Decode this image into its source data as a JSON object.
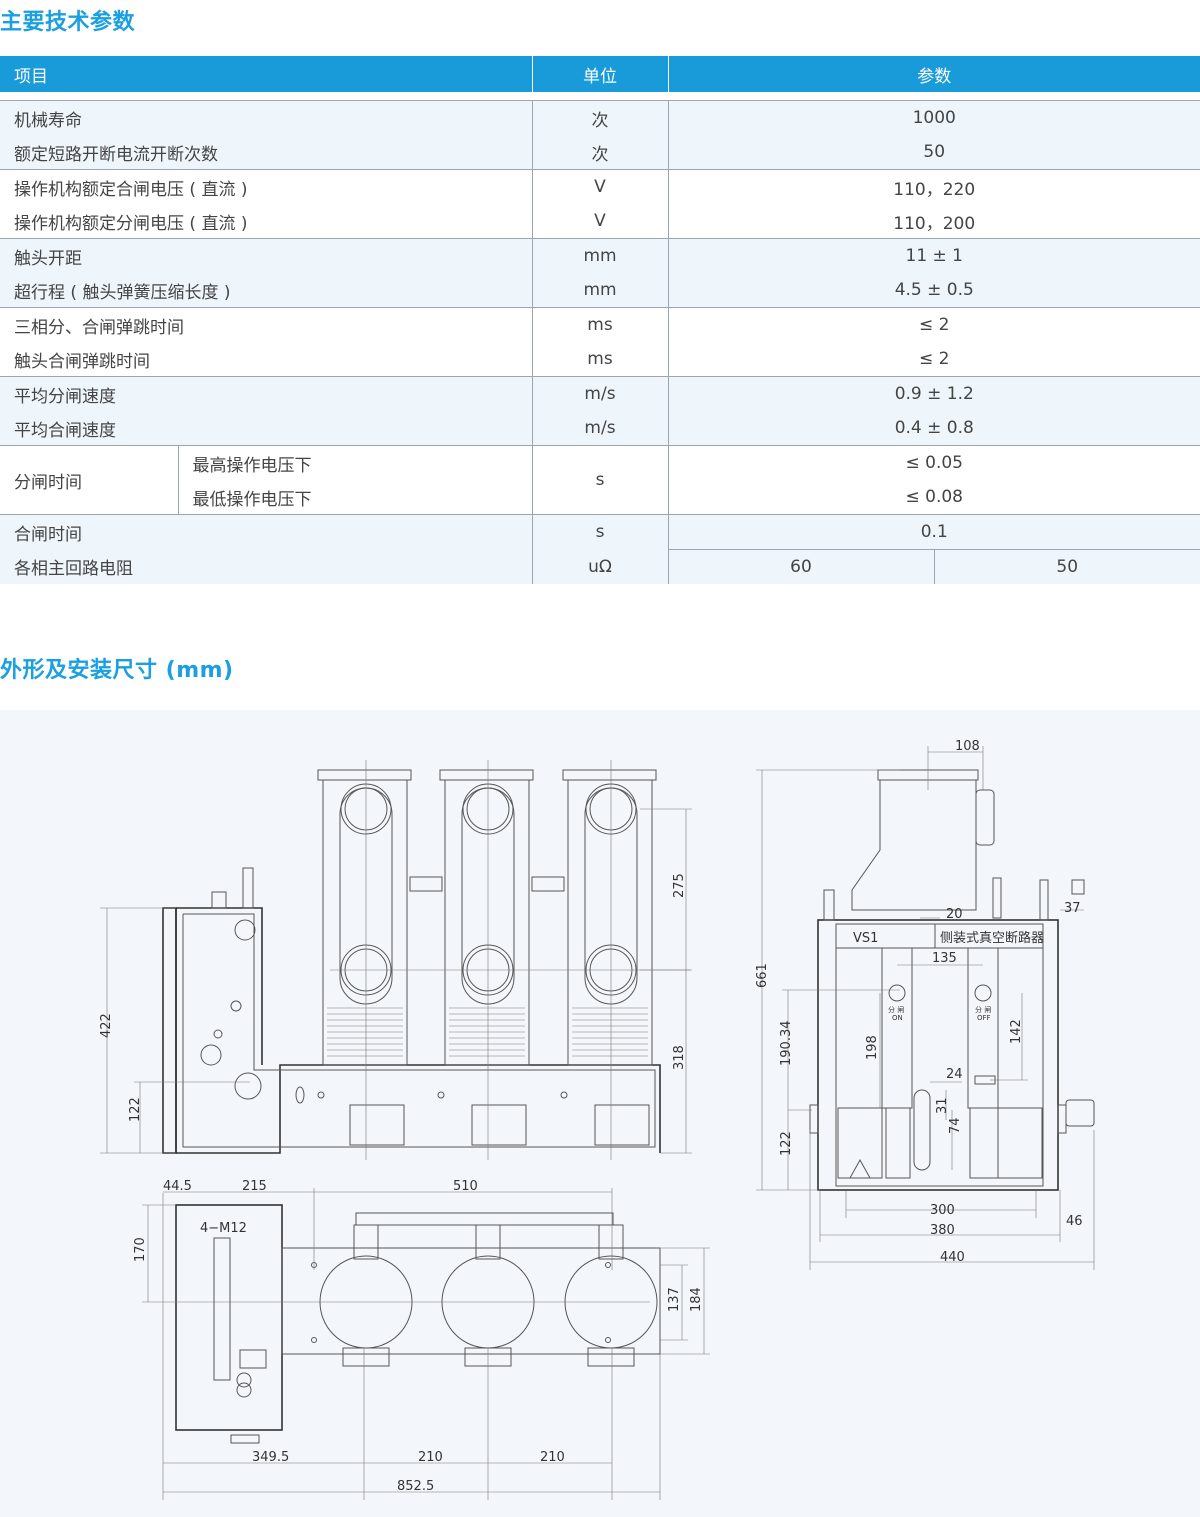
{
  "sections": {
    "params_title": "主要技术参数",
    "drawing_title": "外形及安装尺寸 (mm)"
  },
  "table": {
    "headers": [
      "项目",
      "单位",
      "参数"
    ],
    "rows": [
      {
        "item": "机械寿命",
        "unit": "次",
        "value": "1000"
      },
      {
        "item": "额定短路开断电流开断次数",
        "unit": "次",
        "value": "50"
      },
      {
        "item": "操作机构额定合闸电压 ( 直流 )",
        "unit": "V",
        "value": "110，220"
      },
      {
        "item": "操作机构额定分闸电压 ( 直流 )",
        "unit": "V",
        "value": "110，200"
      },
      {
        "item": "触头开距",
        "unit": "mm",
        "value": "11 ± 1"
      },
      {
        "item": "超行程 ( 触头弹簧压缩长度 )",
        "unit": "mm",
        "value": "4.5 ± 0.5"
      },
      {
        "item": "三相分、合闸弹跳时间",
        "unit": "ms",
        "value": "≤ 2"
      },
      {
        "item": "触头合闸弹跳时间",
        "unit": "ms",
        "value": "≤ 2"
      },
      {
        "item": "平均分闸速度",
        "unit": "m/s",
        "value": "0.9 ± 1.2"
      },
      {
        "item": "平均合闸速度",
        "unit": "m/s",
        "value": "0.4 ± 0.8"
      }
    ],
    "split": {
      "item": "分闸时间",
      "sub1": "最高操作电压下",
      "sub2": "最低操作电压下",
      "unit": "s",
      "value1": "≤ 0.05",
      "value2": "≤ 0.08"
    },
    "close": {
      "item": "合闸时间",
      "unit": "s",
      "value": "0.1"
    },
    "resistance": {
      "item": "各相主回路电阻",
      "unit": "uΩ",
      "value1": "60",
      "value2": "50"
    }
  },
  "drawing": {
    "dims": {
      "d275": "275",
      "d318": "318",
      "d422": "422",
      "d122a": "122",
      "d44_5": "44.5",
      "d215": "215",
      "d510": "510",
      "d4m12": "4−M12",
      "d170": "170",
      "d137": "137",
      "d184": "184",
      "d349_5": "349.5",
      "d210a": "210",
      "d210b": "210",
      "d852_5": "852.5",
      "d108": "108",
      "d20": "20",
      "d37": "37",
      "d661": "661",
      "d135": "135",
      "d190_34": "190.34",
      "d198": "198",
      "d142": "142",
      "d24": "24",
      "d31": "31",
      "d74": "74",
      "d122b": "122",
      "d300": "300",
      "d380": "380",
      "d440": "440",
      "d46": "46"
    },
    "labels": {
      "model": "VS1",
      "name": "侧装式真空断路器",
      "off_cn": "分 闸",
      "off_en": "OFF",
      "on_cn": "分 闸",
      "on_en": "ON"
    }
  }
}
